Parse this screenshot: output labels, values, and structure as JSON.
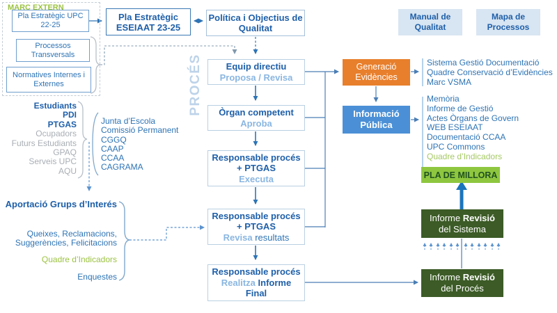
{
  "marc_extern": {
    "label": "MARC EXTERN",
    "pla_upc": "Pla Estratègic UPC 22-25",
    "processos": "Processos Transversals",
    "normatives": "Normatives Internes i Externes"
  },
  "top": {
    "pla_eseiaat": "Pla Estratègic ESEIAAT 23-25",
    "politica": "Política i Objectius de Qualitat",
    "manual_button": "Manual de Qualitat",
    "mapa_button": "Mapa de Processos"
  },
  "proces_label": "PROCÉS",
  "steps": {
    "equip": {
      "actor": "Equip directiu",
      "action": "Proposa / Revisa"
    },
    "organ": {
      "actor": "Òrgan competent",
      "action": "Aproba"
    },
    "executa": {
      "actor": "Responsable procés + PTGAS",
      "action": "Executa"
    },
    "revisa": {
      "actor": "Responsable procés + PTGAS",
      "action": "Revisa",
      "suffix": "resultats"
    },
    "final": {
      "actor": "Responsable procés",
      "action": "Realitza",
      "suffix": "Informe Final"
    }
  },
  "stakeholders": {
    "primary": [
      "Estudiants",
      "PDI",
      "PTGAS"
    ],
    "secondary": [
      "Ocupadors",
      "Futurs Estudiants",
      "GPAQ",
      "Serveis UPC",
      "AQU"
    ],
    "organs": [
      "Junta d’Escola",
      "Comissió Permanent",
      "CGGQ",
      "CAAP",
      "CCAA",
      "CAGRAMA"
    ]
  },
  "aportacio": {
    "title": "Aportació Grups d’Interés",
    "items": [
      "Queixes, Reclamacions, Suggerències, Felicitacions",
      "Quadre d’Indicadors",
      "Enquestes"
    ]
  },
  "evidencies": {
    "box": "Generació Evidències",
    "items": [
      "Sistema Gestió Documentació",
      "Quadre Conservació d’Evidències",
      "Marc VSMA"
    ]
  },
  "informacio": {
    "box": "Informació Pública",
    "items": [
      "Memòria",
      "Informe de Gestió",
      "Actes Òrgans de Govern",
      "WEB ESEIAAT",
      "Documentació CCAA",
      "UPC Commons",
      "Quadre d’Indicadors"
    ]
  },
  "millora": {
    "pla": "PLA DE MILLORA",
    "informe_sistema": {
      "pre": "Informe",
      "bold": "Revisió",
      "line2": "del Sistema"
    },
    "informe_proces": {
      "pre": "Informe",
      "bold": "Revisió",
      "line2": "del Procés"
    }
  },
  "colors": {
    "primary_blue": "#1e5fa9",
    "medium_blue": "#2e74b5",
    "light_blue_action": "#8ab6e1",
    "pale_blue_label": "#bdd3e9",
    "green_label": "#9cc342",
    "green_list_item": "#a5c964",
    "orange_box": "#e87f2c",
    "info_blue_box": "#4b90d6",
    "light_green_box": "#8ec73f",
    "dark_green_box": "#3c5b26",
    "gray_text": "#a9aeb4",
    "button_bg": "#d8e5f2",
    "thick_arrow_blue": "#1b75bc"
  }
}
